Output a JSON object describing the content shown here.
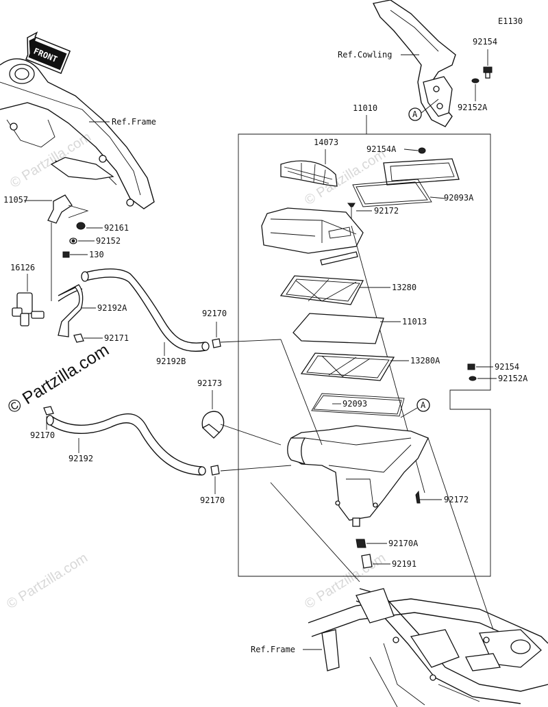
{
  "diagram_code": "E1130",
  "watermark_main": "© Partzilla.com",
  "watermark_faint": "© Partzilla.com",
  "front_label": "FRONT",
  "callout_letter": "A",
  "labels": {
    "ref_cowling": "Ref.Cowling",
    "ref_frame_top": "Ref.Frame",
    "ref_frame_bottom": "Ref.Frame",
    "p92154_top": "92154",
    "p92152A_top": "92152A",
    "p11010": "11010",
    "p14073": "14073",
    "p92154A": "92154A",
    "p92093A": "92093A",
    "p92172_top": "92172",
    "p11057": "11057",
    "p92161": "92161",
    "p92152": "92152",
    "p130": "130",
    "p16126": "16126",
    "p92192A": "92192A",
    "p92171": "92171",
    "p92192B": "92192B",
    "p92170_a": "92170",
    "p13280": "13280",
    "p11013": "11013",
    "p13280A": "13280A",
    "p92154_right": "92154",
    "p92152A_right": "92152A",
    "p92173": "92173",
    "p92093": "92093",
    "p92170_b": "92170",
    "p92192": "92192",
    "p92170_c": "92170",
    "p92172_bottom": "92172",
    "p92170A": "92170A",
    "p92191": "92191"
  }
}
